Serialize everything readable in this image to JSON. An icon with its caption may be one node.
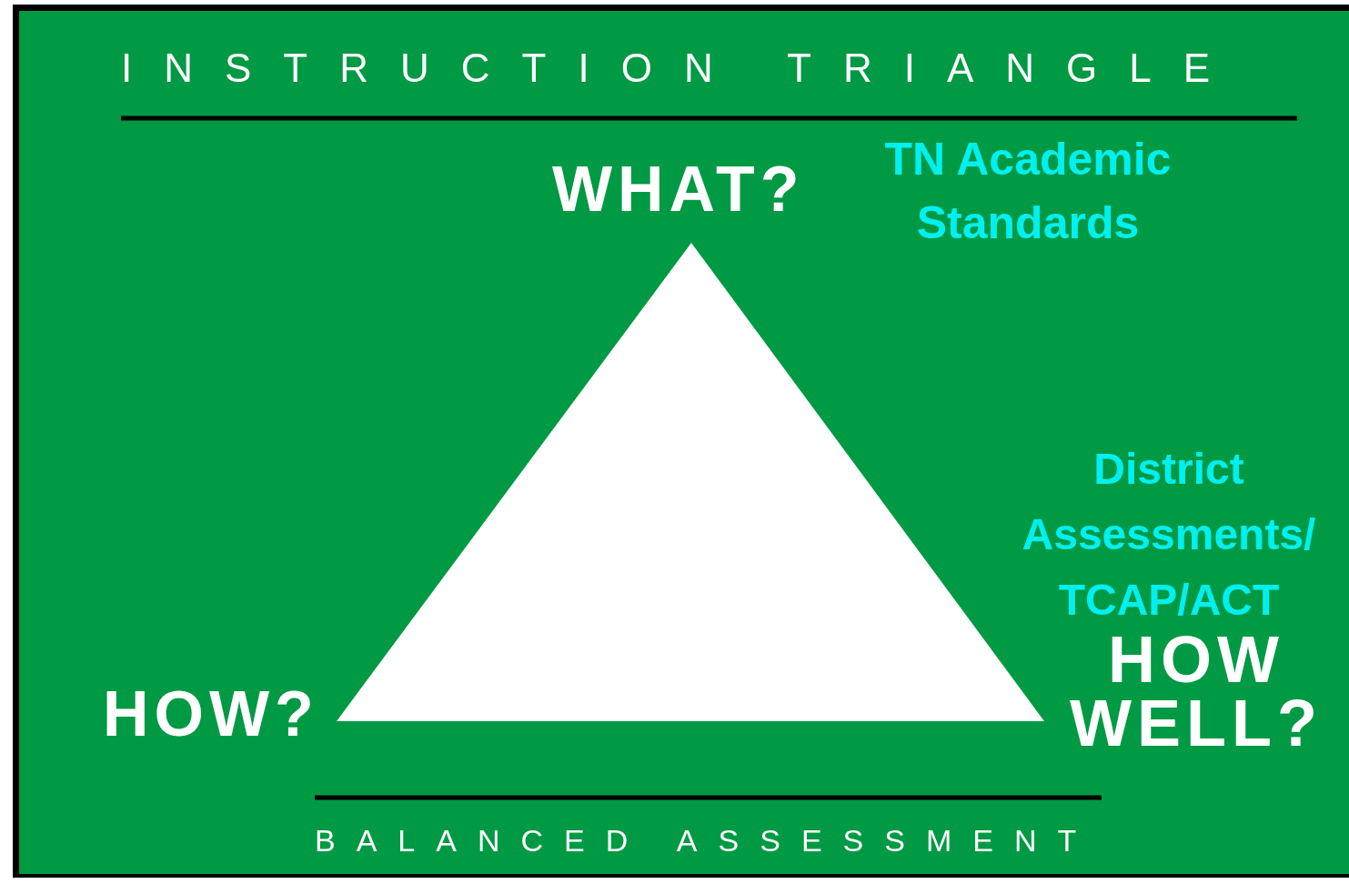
{
  "diagram": {
    "title": "INSTRUCTION TRIANGLE",
    "caption": "BALANCED ASSESSMENT",
    "nodes": [
      {
        "text": [],
        "shape": "triangle"
      }
    ],
    "labels": [
      "WHAT?",
      "TN Academic Standards",
      "District Assessments/ TCAP/ACT",
      "HOW?",
      "HOW WELL?"
    ]
  }
}
